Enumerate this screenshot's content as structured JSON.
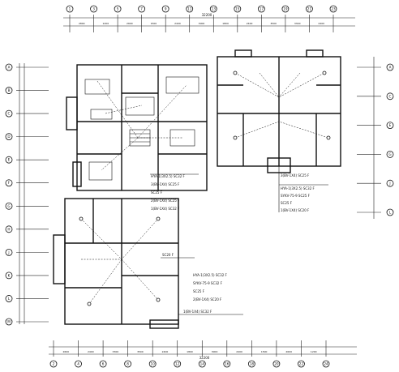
{
  "grid_top": [
    "1",
    "3",
    "5",
    "7",
    "9",
    "11",
    "13",
    "15",
    "17",
    "19",
    "21",
    "23"
  ],
  "grid_bottom": [
    "2",
    "4",
    "6",
    "8",
    "10",
    "12",
    "14",
    "16",
    "18",
    "20",
    "22",
    "24"
  ],
  "grid_left": [
    "A",
    "B",
    "C",
    "D",
    "E",
    "F",
    "G",
    "H",
    "J",
    "K",
    "L",
    "M"
  ],
  "grid_right": [
    "A",
    "C",
    "E",
    "G",
    "J",
    "L"
  ],
  "dim_top": [
    "2800",
    "1200",
    "2600",
    "1500",
    "2400",
    "3000",
    "1800",
    "2400",
    "3500",
    "3300",
    "2400",
    "2600"
  ],
  "dim_bottom": [
    "2600",
    "2400",
    "3300",
    "3500",
    "2400",
    "1800",
    "3000",
    "2400",
    "1500",
    "2600",
    "1200",
    "2800"
  ],
  "total_top": "32200",
  "total_bottom": "32200",
  "annot_a": {
    "line1": "HYA-1(3X2.5)  SC32 F",
    "line2": "3(BV-1X4)  SC25 F",
    "line3": "SC25 F",
    "line4": "2(BV-1X4)  SC25 F",
    "line5": "1(BV-1X4)  SC32 F"
  },
  "annot_b": {
    "line1": "3(BV-1X4)  SC25 F",
    "line2": "HYA-1(3X2.5)  SC32 F",
    "line3": "SYKV-75-9  SC25 F",
    "line4": "SC25 F",
    "line5": "1(BV-1X4)  SC20 F"
  },
  "annot_c": {
    "line1": "SC20 F",
    "line2": "HYA-1(3X2.5)  SC32 F",
    "line3": "SYKV-75-9  SC32 F",
    "line4": "SC25 F",
    "line5": "2(BV-1X4)  SC20 F",
    "line6": "1(BV-1X4)  SC32 F"
  }
}
